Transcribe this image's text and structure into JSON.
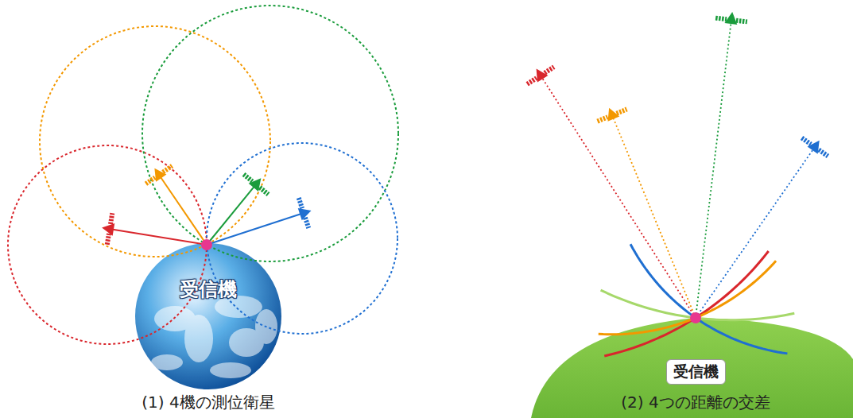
{
  "diagram": {
    "nodes": [
      {
        "text": [
          "受信機"
        ]
      },
      {
        "text": [
          "受信機"
        ]
      }
    ],
    "labels": [
      "(1) 4機の測位衛星",
      "(2) 4つの距離の交差"
    ]
  }
}
